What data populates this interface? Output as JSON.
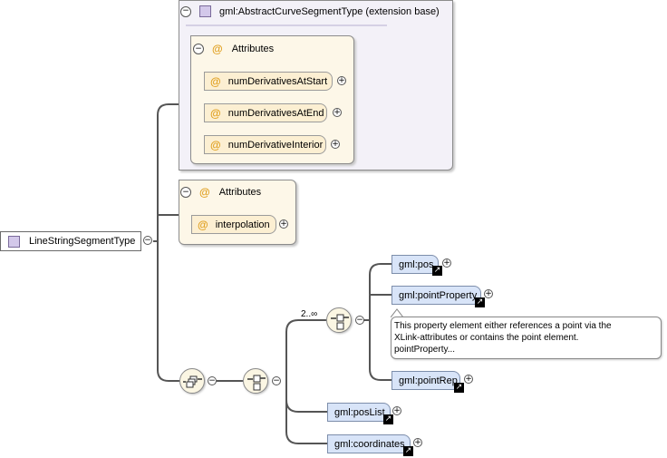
{
  "extension": {
    "label": "gml:AbstractCurveSegmentType (extension base)",
    "attributes_heading": "Attributes",
    "attributes": [
      "numDerivativesAtStart",
      "numDerivativesAtEnd",
      "numDerivativeInterior"
    ]
  },
  "own_attributes": {
    "heading": "Attributes",
    "items": [
      "interpolation"
    ]
  },
  "root": {
    "label": "LineStringSegmentType"
  },
  "choice": {
    "occurrence": "2..∞"
  },
  "elements": {
    "pos": "gml:pos",
    "pointProperty": "gml:pointProperty",
    "pointRep": "gml:pointRep",
    "posList": "gml:posList",
    "coordinates": "gml:coordinates"
  },
  "tooltip": {
    "line1": "This property element either references a point via the",
    "line2": "XLink-attributes or contains the point element.",
    "line3": "pointProperty..."
  },
  "icons": {
    "collapse": "collapse-icon",
    "expand": "expand-icon",
    "attribute": "attribute-at-icon",
    "type": "complex-type-icon",
    "link": "reference-arrow-icon",
    "sequence": "sequence-compositor-icon",
    "choice": "choice-compositor-icon"
  },
  "colors": {
    "extension_bg": "#f3f1f8",
    "attribute_bg": "#fdf7e8",
    "attribute_item_bg": "#fcefd2",
    "element_bg": "#d8e4f8",
    "connector": "#555555"
  }
}
